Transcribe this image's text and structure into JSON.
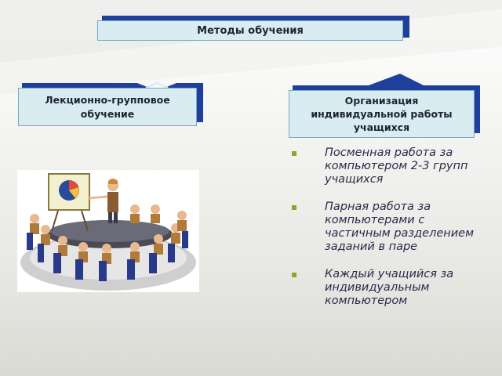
{
  "top_box": {
    "label": "Методы обучения"
  },
  "left_box": {
    "line1": "Лекционно-групповое",
    "line2": "обучение"
  },
  "right_box": {
    "line1": "Организация",
    "line2": "индивидуальной работы",
    "line3": "учащихся"
  },
  "bullets": {
    "item1": {
      "line1": "Посменная работа за",
      "line2": "компьютером 2-3 групп",
      "line3": "учащихся"
    },
    "item2": {
      "line1": "Парная работа за",
      "line2": "компьютерами с",
      "line3": "частичным разделением",
      "line4": "заданий в паре"
    },
    "item3": {
      "line1": "Каждый учащийся за",
      "line2": "индивидуальным",
      "line3": "компьютером"
    }
  },
  "colors": {
    "box_fill": "#d8ecf2",
    "box_shadow": "#1f3f9c",
    "bullet": "#93a32c",
    "text": "#2a2a4a"
  },
  "icons": {
    "illustration": "classroom-presentation-illustration"
  }
}
